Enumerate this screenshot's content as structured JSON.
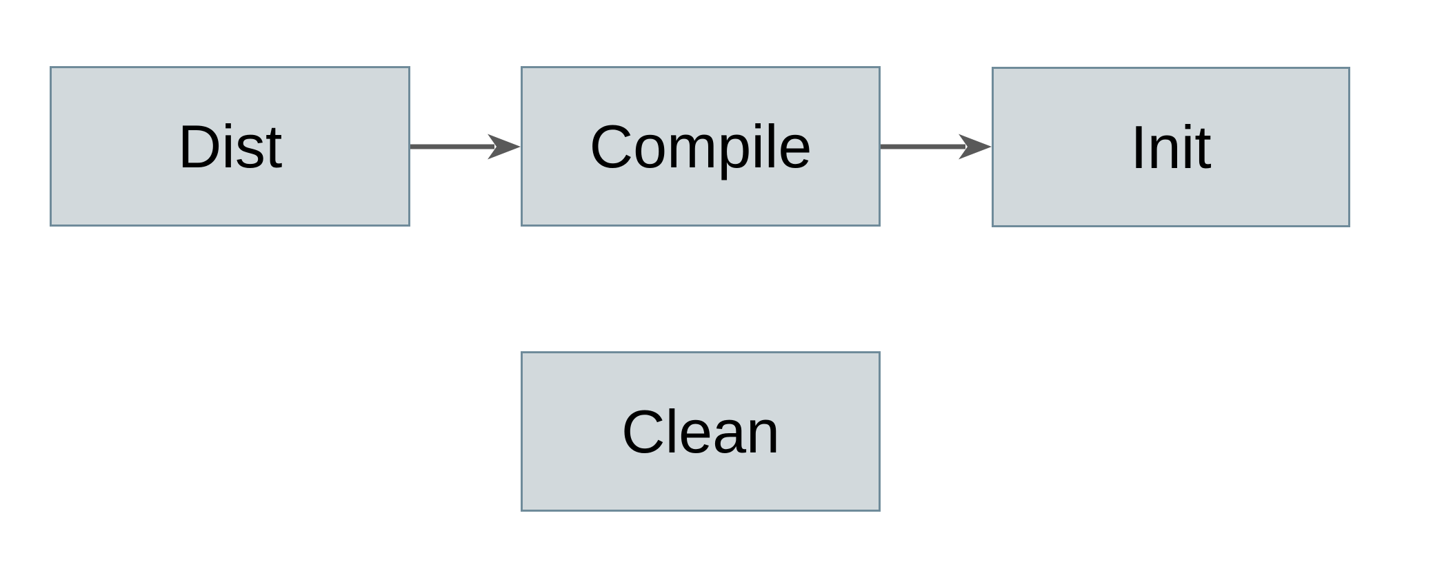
{
  "diagram": {
    "background_color": "#ffffff",
    "node_fill_color": "#d2d9dc",
    "node_border_color": "#6f8b9a",
    "arrow_color": "#595959",
    "text_color": "#000000",
    "nodes": [
      {
        "id": "dist",
        "label": "Dist"
      },
      {
        "id": "compile",
        "label": "Compile"
      },
      {
        "id": "init",
        "label": "Init"
      },
      {
        "id": "clean",
        "label": "Clean"
      }
    ],
    "edges": [
      {
        "from": "Dist",
        "to": "Compile",
        "direction": "right"
      },
      {
        "from": "Compile",
        "to": "Init",
        "direction": "right"
      }
    ]
  }
}
